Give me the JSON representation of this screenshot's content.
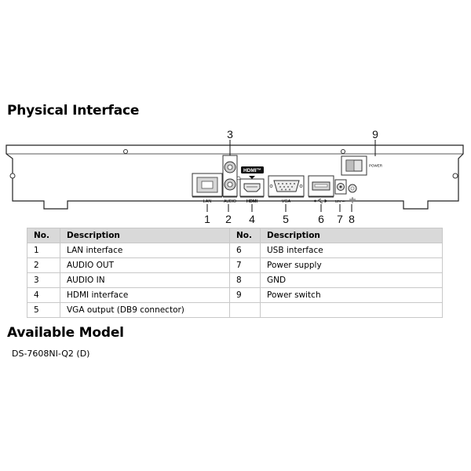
{
  "headings": {
    "physical_interface": "Physical Interface",
    "available_model": "Available Model"
  },
  "model": "DS-7608NI-Q2 (D)",
  "panel": {
    "port_labels": {
      "lan": "LAN",
      "audio": "AUDIO",
      "hdmi": "HDMI",
      "vga": "VGA",
      "power_rating": "12V ⎓",
      "power_switch": "POWER",
      "hdmi_logo": "HDMI™"
    },
    "callouts": [
      "1",
      "2",
      "3",
      "4",
      "5",
      "6",
      "7",
      "8",
      "9"
    ]
  },
  "table": {
    "headers": [
      "No.",
      "Description",
      "No.",
      "Description"
    ],
    "rows": [
      [
        "1",
        "LAN interface",
        "6",
        "USB interface"
      ],
      [
        "2",
        "AUDIO OUT",
        "7",
        "Power supply"
      ],
      [
        "3",
        "AUDIO IN",
        "8",
        "GND"
      ],
      [
        "4",
        "HDMI interface",
        "9",
        "Power switch"
      ],
      [
        "5",
        "VGA output (DB9 connector)",
        "",
        ""
      ]
    ]
  }
}
